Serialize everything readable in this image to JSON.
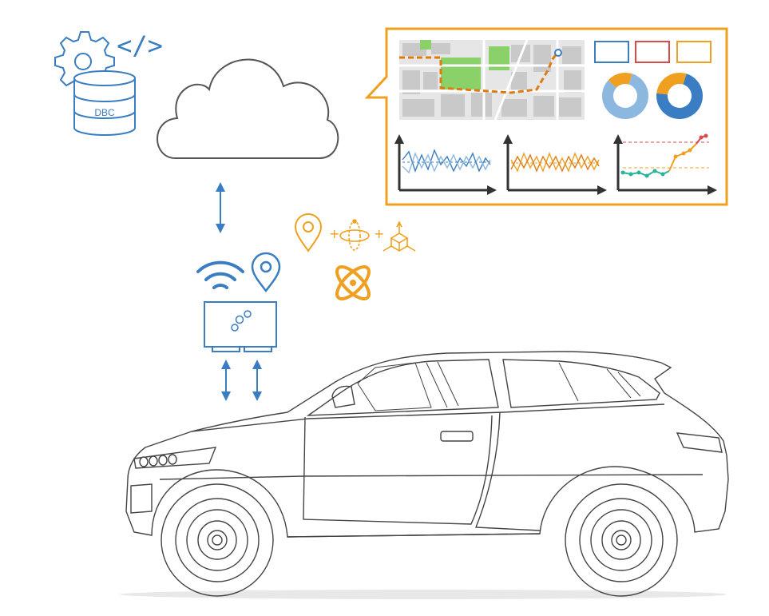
{
  "database": {
    "label": "DBC",
    "code_glyph": "</>"
  },
  "colors": {
    "blue": "#3a7dc2",
    "light_blue": "#8cb8e0",
    "orange": "#f0a020",
    "dark_orange": "#e07a10",
    "red": "#d94a4a",
    "green": "#8bd16a",
    "teal": "#2bb39a",
    "gray_line": "#555555"
  },
  "icons": {
    "database": "database-icon",
    "gear": "gear-icon",
    "code": "code-icon",
    "cloud": "cloud-icon",
    "wifi": "wifi-icon",
    "location": "location-pin-icon",
    "logger": "data-logger-icon",
    "gps": "gps-icon",
    "gyro": "gyroscope-icon",
    "accel": "accelerometer-icon",
    "fusion": "sensor-fusion-icon",
    "car": "car-icon"
  },
  "dashboard": {
    "legend_colors": [
      "#3a7dc2",
      "#d94a4a",
      "#f0a020"
    ],
    "donut1": {
      "fractions": [
        0.82,
        0.18
      ],
      "colors": [
        "#8cb8e0",
        "#f0a020"
      ]
    },
    "donut2": {
      "fractions": [
        0.72,
        0.28
      ],
      "colors": [
        "#3a7dc2",
        "#f0a020"
      ]
    }
  }
}
